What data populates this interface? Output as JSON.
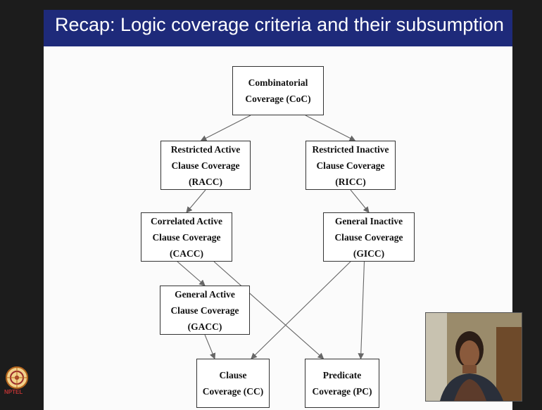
{
  "slide": {
    "title": "Recap: Logic coverage criteria and their subsumption",
    "logo_text": "NPTEL"
  },
  "nodes": {
    "coc": [
      "Combinatorial",
      "Coverage (CoC)"
    ],
    "racc": [
      "Restricted Active",
      "Clause Coverage",
      "(RACC)"
    ],
    "ricc": [
      "Restricted Inactive",
      "Clause Coverage",
      "(RICC)"
    ],
    "cacc": [
      "Correlated Active",
      "Clause Coverage",
      "(CACC)"
    ],
    "gicc": [
      "General Inactive",
      "Clause Coverage",
      "(GICC)"
    ],
    "gacc": [
      "General Active",
      "Clause Coverage",
      "(GACC)"
    ],
    "cc": [
      "Clause",
      "Coverage (CC)"
    ],
    "pc": [
      "Predicate",
      "Coverage (PC)"
    ]
  },
  "edges": [
    [
      "coc",
      "racc"
    ],
    [
      "coc",
      "ricc"
    ],
    [
      "racc",
      "cacc"
    ],
    [
      "ricc",
      "gicc"
    ],
    [
      "cacc",
      "gacc"
    ],
    [
      "cacc",
      "pc"
    ],
    [
      "gicc",
      "cc"
    ],
    [
      "gicc",
      "pc"
    ],
    [
      "gacc",
      "cc"
    ]
  ],
  "colors": {
    "title_bar": "#1e2a7a",
    "title_text": "#ffffff",
    "node_border": "#333333",
    "edge": "#666666"
  },
  "icons": {
    "logo": "nptel-logo-icon",
    "video": "presenter-video-thumbnail"
  }
}
